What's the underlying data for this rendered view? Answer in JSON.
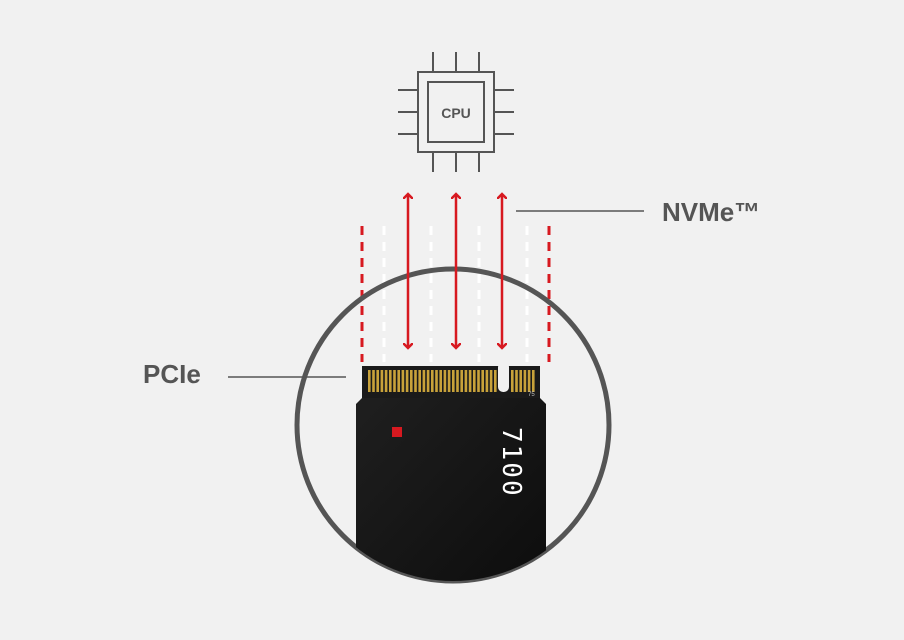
{
  "cpu": {
    "label": "CPU",
    "icon": "cpu-chip-icon"
  },
  "labels": {
    "nvme": "NVMe™",
    "pcie": "PCIe"
  },
  "ssd": {
    "model_text": "7100"
  },
  "colors": {
    "background": "#f1f1f1",
    "outline": "#555555",
    "accent_red": "#d71920",
    "ssd_body": "#161616",
    "connector_gold": "#c8a23a",
    "dashed_white": "#ffffff"
  }
}
